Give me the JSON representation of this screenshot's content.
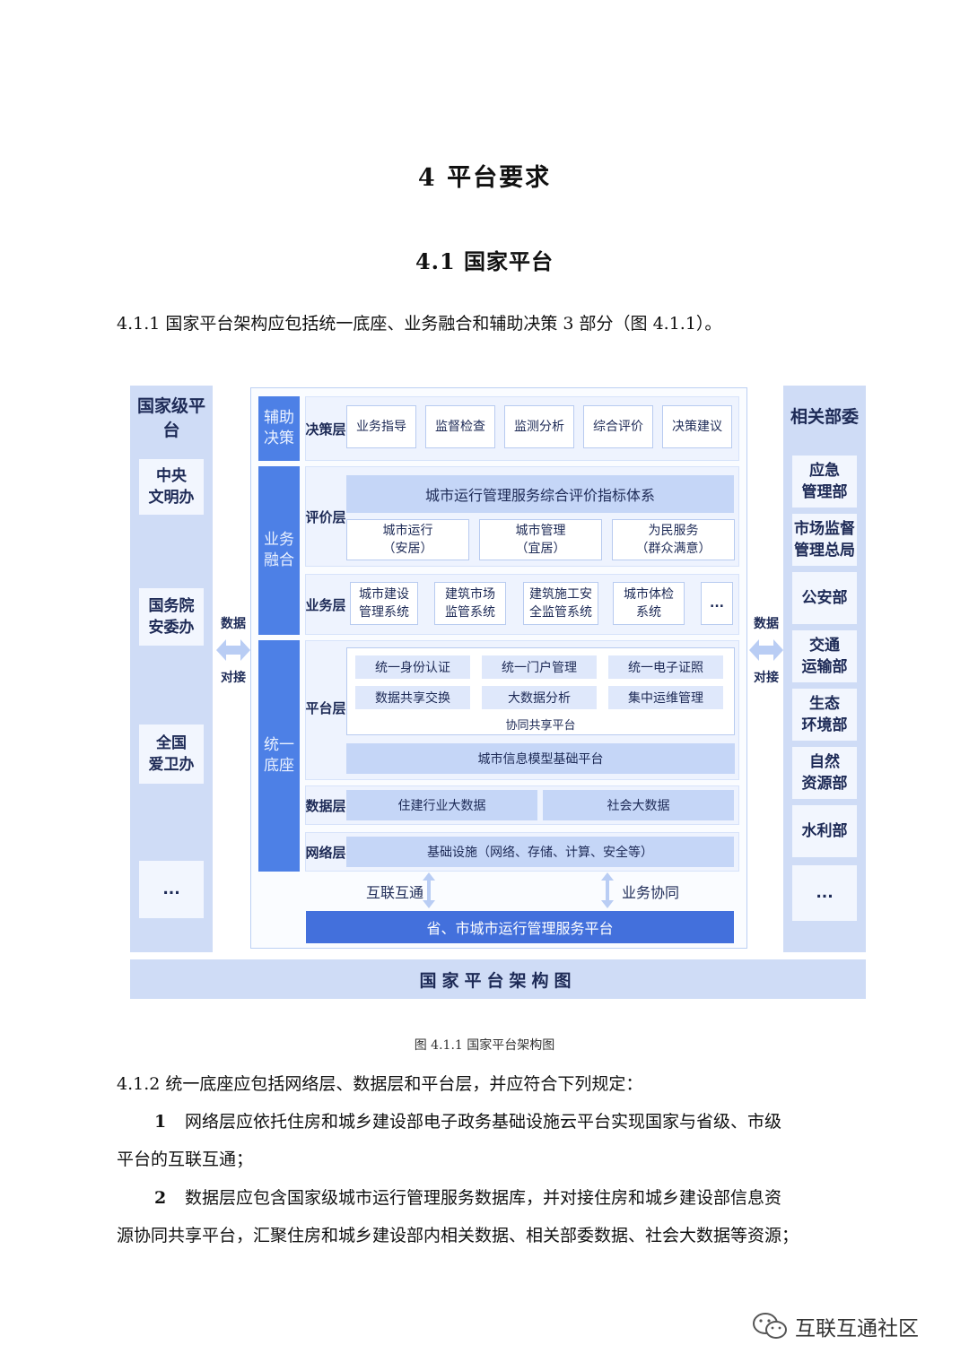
{
  "heading1": "4  平台要求",
  "heading2": "4.1   国家平台",
  "para_411": "4.1.1  国家平台架构应包括统一底座、业务融合和辅助决策 3 部分（图 4.1.1）。",
  "diagram": {
    "left_title": "国家级平台",
    "left_items": [
      "中央\n文明办",
      "国务院\n安委办",
      "全国\n爱卫办",
      "..."
    ],
    "right_title": "相关部委",
    "right_items": [
      "应急\n管理部",
      "市场监督\n管理总局",
      "公安部",
      "交通\n运输部",
      "生态\n环境部",
      "自然\n资源部",
      "水利部",
      "..."
    ],
    "connector_top": "数据",
    "connector_bottom": "对接",
    "group_decision": "辅助\n决策",
    "group_business": "业务\n融合",
    "group_base": "统一\n底座",
    "layer_decision": "决策层",
    "decision_items": [
      "业务指导",
      "监督检查",
      "监测分析",
      "综合评价",
      "决策建议"
    ],
    "layer_eval": "评价层",
    "eval_header": "城市运行管理服务综合评价指标体系",
    "eval_items": [
      "城市运行\n（安居）",
      "城市管理\n（宜居）",
      "为民服务\n（群众满意）"
    ],
    "layer_business": "业务层",
    "business_items": [
      "城市建设\n管理系统",
      "建筑市场\n监管系统",
      "建筑施工安\n全监管系统",
      "城市体检\n系统",
      "..."
    ],
    "layer_platform": "平台层",
    "platform_items": [
      "统一身份认证",
      "统一门户管理",
      "统一电子证照",
      "数据共享交换",
      "大数据分析",
      "集中运维管理"
    ],
    "platform_caption": "协同共享平台",
    "cim_platform": "城市信息模型基础平台",
    "layer_data": "数据层",
    "data_items": [
      "住建行业大数据",
      "社会大数据"
    ],
    "layer_network": "网络层",
    "network_item": "基础设施（网络、存储、计算、安全等）",
    "link_left": "互联互通",
    "link_right": "业务协同",
    "province_bar": "省、市城市运行管理服务平台",
    "bottom_title": "国家平台架构图"
  },
  "figure_caption": "图 4.1.1  国家平台架构图",
  "para_412": "4.1.2  统一底座应包括网络层、数据层和平台层，并应符合下列规定：",
  "item1_num": "1",
  "item1_line1": "网络层应依托住房和城乡建设部电子政务基础设施云平台实现国家与省级、市级",
  "item1_line2": "平台的互联互通；",
  "item2_num": "2",
  "item2_line1": "数据层应包含国家级城市运行管理服务数据库，并对接住房和城乡建设部信息资",
  "item2_line2": "源协同共享平台，汇聚住房和城乡建设部内相关数据、相关部委数据、社会大数据等资源；",
  "watermark": "互联互通社区"
}
